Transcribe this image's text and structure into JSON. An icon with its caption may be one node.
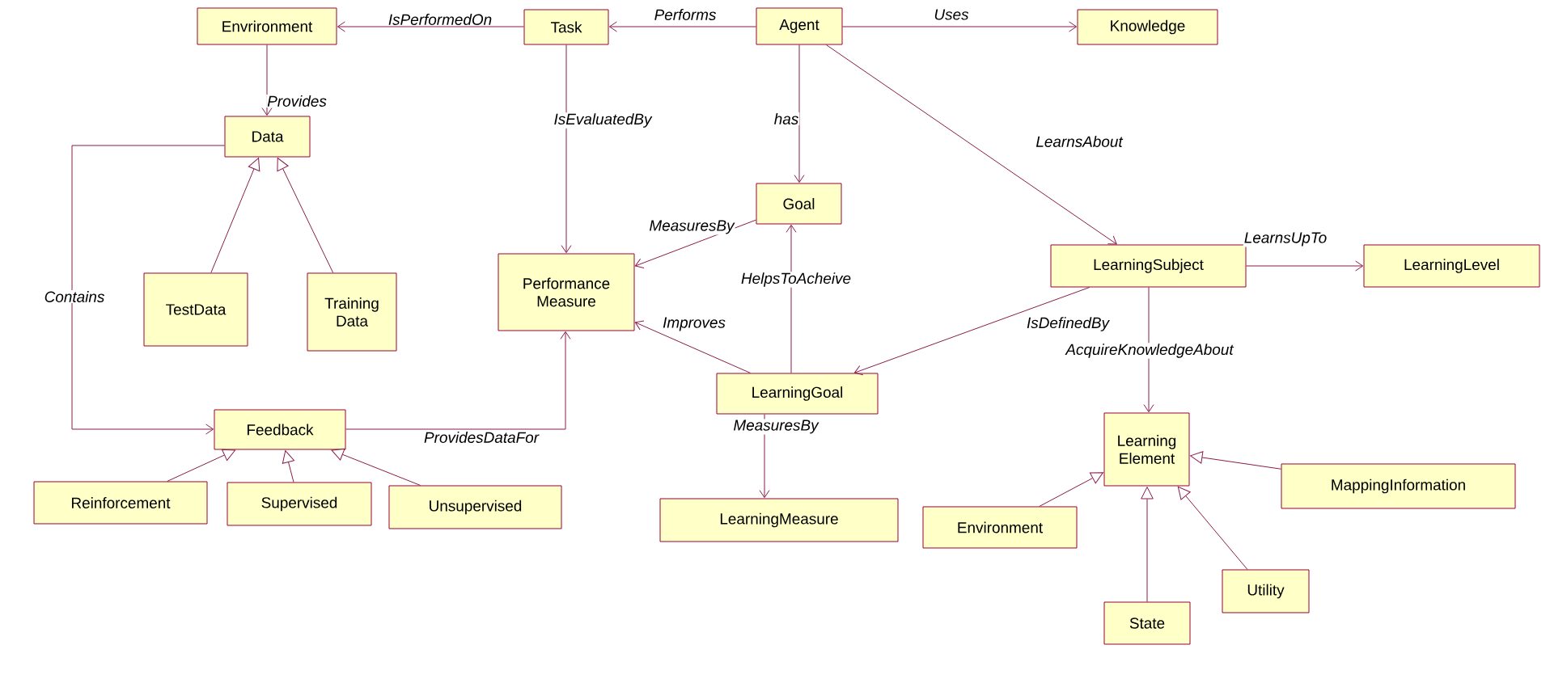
{
  "diagram": {
    "nodes": [
      {
        "text": [
          "Envrironment"
        ]
      },
      {
        "text": [
          "Task"
        ]
      },
      {
        "text": [
          "Agent"
        ]
      },
      {
        "text": [
          "Knowledge"
        ]
      },
      {
        "text": [
          "Data"
        ]
      },
      {
        "text": [
          "Goal"
        ]
      },
      {
        "text": [
          "TestData"
        ]
      },
      {
        "text": [
          "Training Data"
        ]
      },
      {
        "text": [
          "Performance Measure"
        ]
      },
      {
        "text": [
          "LearningSubject"
        ]
      },
      {
        "text": [
          "LearningLevel"
        ]
      },
      {
        "text": [
          "LearningGoal"
        ]
      },
      {
        "text": [
          "Learning Element"
        ]
      },
      {
        "text": [
          "Feedback"
        ]
      },
      {
        "text": [
          "LearningMeasure"
        ]
      },
      {
        "text": [
          "MappingInformation"
        ]
      },
      {
        "text": [
          "Reinforcement"
        ]
      },
      {
        "text": [
          "Supervised"
        ]
      },
      {
        "text": [
          "Unsupervised"
        ]
      },
      {
        "text": [
          "Environment"
        ]
      },
      {
        "text": [
          "Utility"
        ]
      },
      {
        "text": [
          "State"
        ]
      }
    ],
    "edges": [
      {
        "from": 1,
        "to": 0,
        "arrow": "to",
        "label": "IsPerformedOn"
      },
      {
        "from": 2,
        "to": 1,
        "arrow": "to",
        "label": "Performs"
      },
      {
        "from": 2,
        "to": 3,
        "arrow": "to",
        "label": "Uses"
      },
      {
        "from": 2,
        "to": 5,
        "arrow": "to",
        "label": "has"
      },
      {
        "from": 2,
        "to": 9,
        "arrow": "to",
        "label": "LearnsAbout"
      },
      {
        "from": 0,
        "to": 4,
        "arrow": "to",
        "label": "Provides"
      },
      {
        "from": 1,
        "to": 8,
        "arrow": "to",
        "label": "IsEvaluatedBy"
      },
      {
        "from": 6,
        "to": 4,
        "arrow": "to"
      },
      {
        "from": 7,
        "to": 4,
        "arrow": "to"
      },
      {
        "from": 5,
        "to": 8,
        "arrow": "to",
        "label": "MeasuresBy"
      },
      {
        "from": 11,
        "to": 5,
        "arrow": "to",
        "label": "HelpsToAcheive"
      },
      {
        "from": 11,
        "to": 8,
        "arrow": "to",
        "label": "Improves"
      },
      {
        "from": 9,
        "to": 10,
        "arrow": "to",
        "label": "LearnsUpTo"
      },
      {
        "from": 9,
        "to": 11,
        "arrow": "to",
        "label": "IsDefinedBy"
      },
      {
        "from": 9,
        "to": 12,
        "arrow": "to",
        "label": "AcquireKnowledgeAbout"
      },
      {
        "from": 4,
        "to": 13,
        "arrow": "to",
        "label": "Contains"
      },
      {
        "from": 13,
        "to": 8,
        "arrow": "to",
        "label": "ProvidesDataFor"
      },
      {
        "from": 11,
        "to": 14,
        "arrow": "to",
        "label": "MeasuresBy"
      },
      {
        "from": 16,
        "to": 13,
        "arrow": "to"
      },
      {
        "from": 17,
        "to": 13,
        "arrow": "to"
      },
      {
        "from": 18,
        "to": 13,
        "arrow": "to"
      },
      {
        "from": 19,
        "to": 12,
        "arrow": "to"
      },
      {
        "from": 21,
        "to": 12,
        "arrow": "to"
      },
      {
        "from": 20,
        "to": 12,
        "arrow": "to"
      },
      {
        "from": 15,
        "to": 12,
        "arrow": "to"
      }
    ]
  }
}
